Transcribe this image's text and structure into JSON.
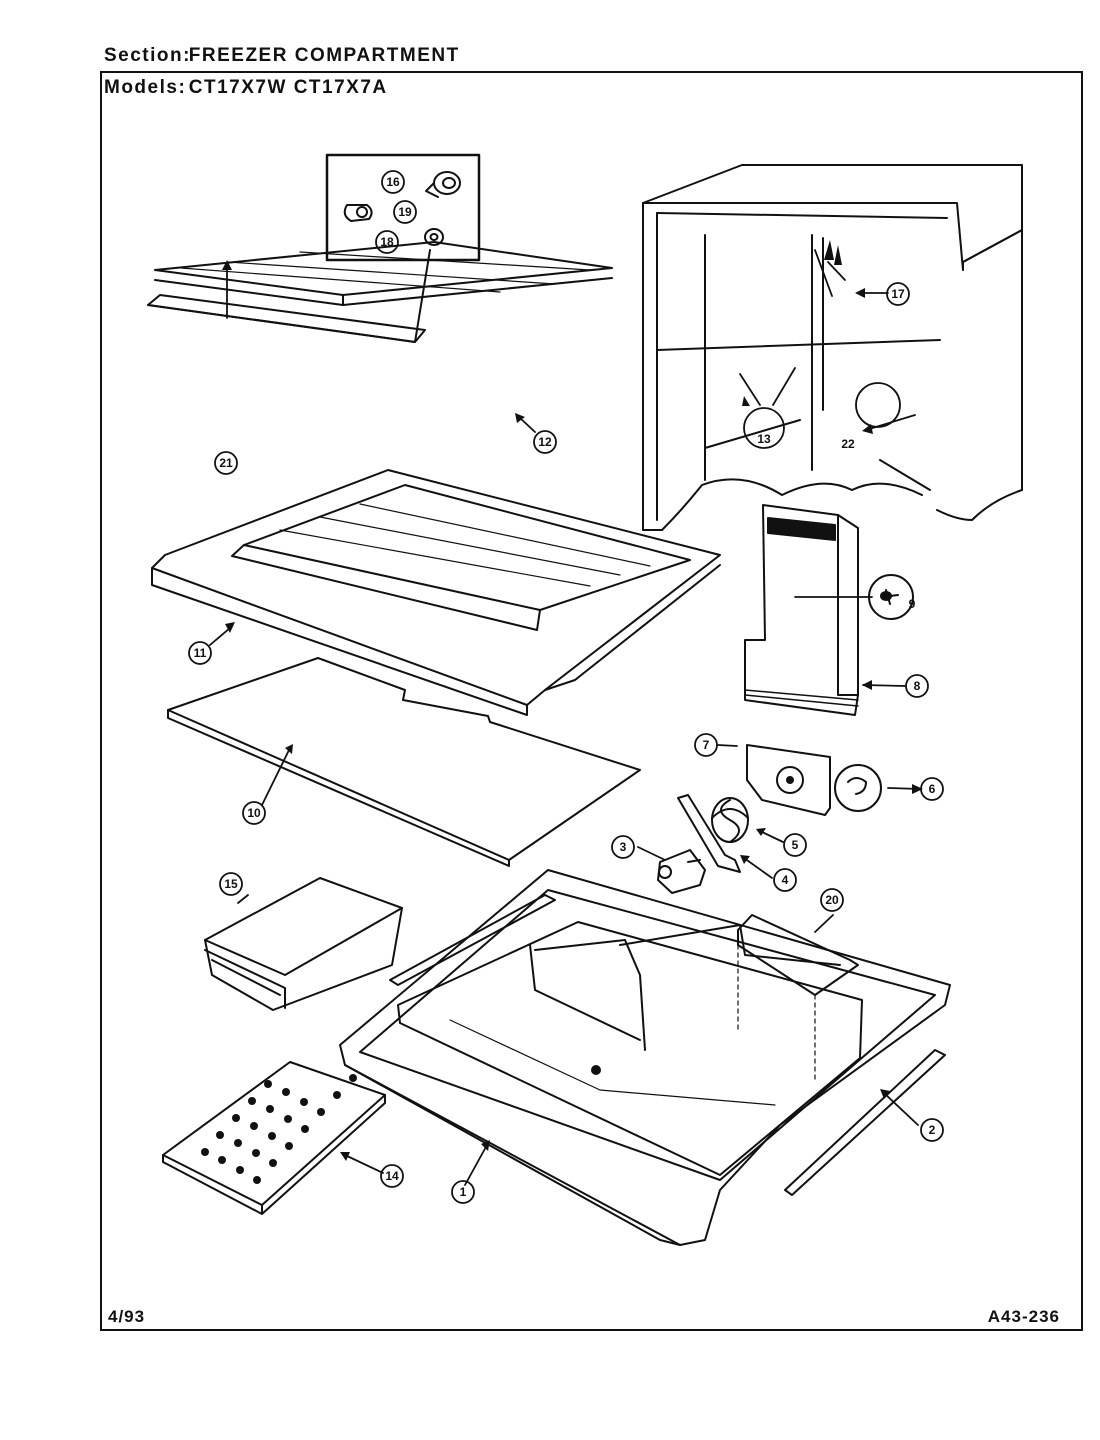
{
  "header": {
    "section_label": "Section:",
    "section_value": "FREEZER COMPARTMENT",
    "models_label": "Models:",
    "models_value": "CT17X7W CT17X7A"
  },
  "footer": {
    "date": "4/93",
    "code": "A43-236"
  },
  "callouts": {
    "p1": "1",
    "p2": "2",
    "p3": "3",
    "p4": "4",
    "p5": "5",
    "p6": "6",
    "p7": "7",
    "p8": "8",
    "p9": "9",
    "p10": "10",
    "p11": "11",
    "p12": "12",
    "p13": "13",
    "p14": "14",
    "p15": "15",
    "p16": "16",
    "p17": "17",
    "p18": "18",
    "p19": "19",
    "p20": "20",
    "p21": "21",
    "p22": "22"
  }
}
